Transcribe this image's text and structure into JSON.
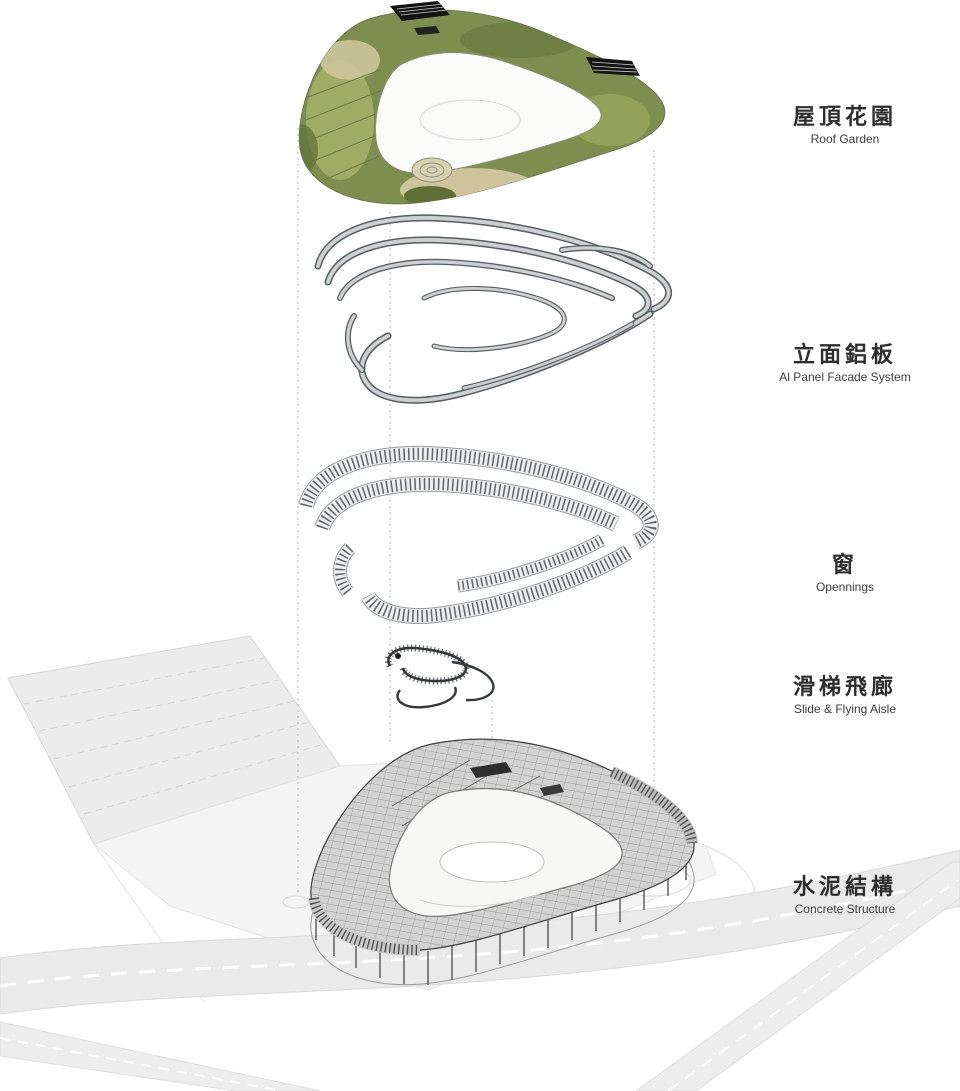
{
  "labels": [
    {
      "id": "roof-garden",
      "zh": "屋頂花園",
      "en": "Roof Garden"
    },
    {
      "id": "facade",
      "zh": "立面鋁板",
      "en": "Al Panel Facade System"
    },
    {
      "id": "openings",
      "zh": "窗",
      "en": "Opennings"
    },
    {
      "id": "slide-flying-aisle",
      "zh": "滑梯飛廊",
      "en": "Slide & Flying Aisle"
    },
    {
      "id": "concrete-structure",
      "zh": "水泥結構",
      "en": "Concrete Structure"
    }
  ],
  "colors": {
    "background": "#ffffff",
    "roof_green": "#7e8e4f",
    "roof_tan": "#cdc49b",
    "facade_edge": "#565c5f",
    "facade_fill": "#ccd0d1",
    "openings_mullion": "#5f6366",
    "structure_gray": "#d2d2d2",
    "structure_line": "#3f3f3f",
    "siteplan_gray": "#e9e9e9",
    "label_text": "#2e2e2e"
  }
}
